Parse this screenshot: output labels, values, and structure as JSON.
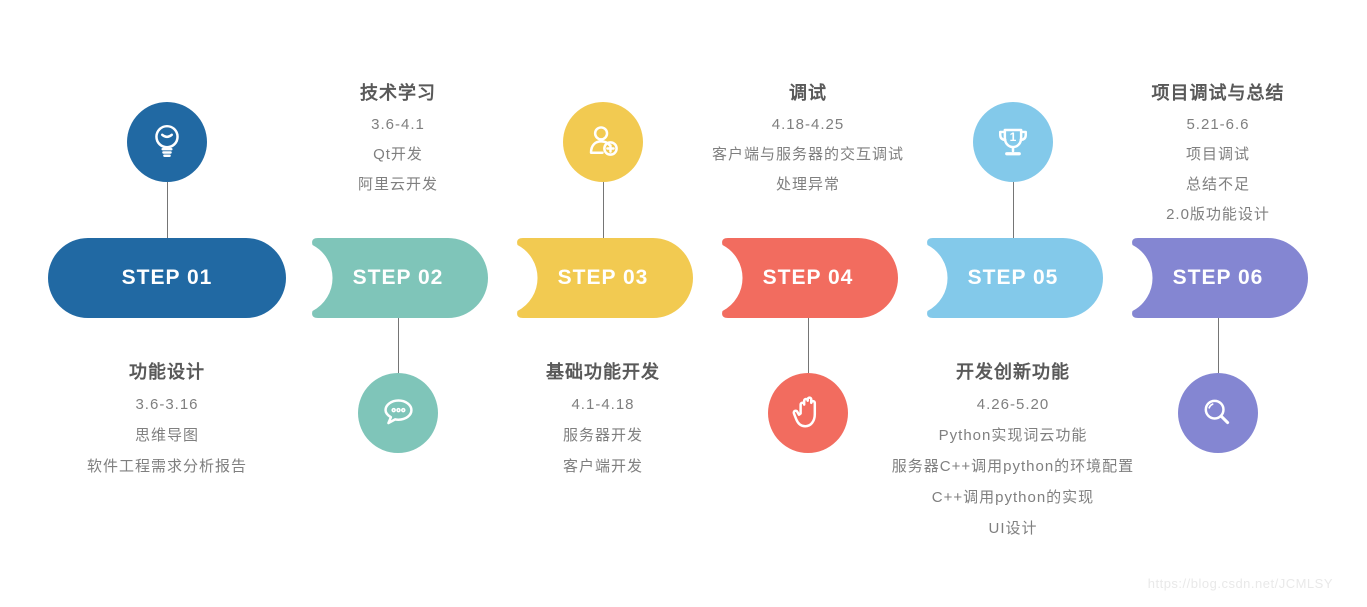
{
  "watermark": "https://blog.csdn.net/JCMLSY",
  "steps": [
    {
      "label": "STEP 01",
      "color": "#2169A3",
      "icon": "lightbulb-icon",
      "title": "功能设计",
      "lines": [
        "3.6-3.16",
        "思维导图",
        "软件工程需求分析报告"
      ]
    },
    {
      "label": "STEP 02",
      "color": "#7FC5B9",
      "icon": "chat-bubble-icon",
      "title": "技术学习",
      "lines": [
        "3.6-4.1",
        "Qt开发",
        "阿里云开发"
      ]
    },
    {
      "label": "STEP 03",
      "color": "#F2CA51",
      "icon": "add-user-icon",
      "title": "基础功能开发",
      "lines": [
        "4.1-4.18",
        "服务器开发",
        "客户端开发"
      ]
    },
    {
      "label": "STEP 04",
      "color": "#F26C5F",
      "icon": "hand-icon",
      "title": "调试",
      "lines": [
        "4.18-4.25",
        "客户端与服务器的交互调试",
        "处理异常"
      ]
    },
    {
      "label": "STEP 05",
      "color": "#83C9EA",
      "icon": "trophy-icon",
      "title": "开发创新功能",
      "lines": [
        "4.26-5.20",
        "Python实现词云功能",
        "服务器C++调用python的环境配置",
        "C++调用python的实现",
        "UI设计"
      ]
    },
    {
      "label": "STEP 06",
      "color": "#8486D2",
      "icon": "magnifier-icon",
      "title": "项目调试与总结",
      "lines": [
        "5.21-6.6",
        "项目调试",
        "总结不足",
        "2.0版功能设计"
      ]
    }
  ]
}
